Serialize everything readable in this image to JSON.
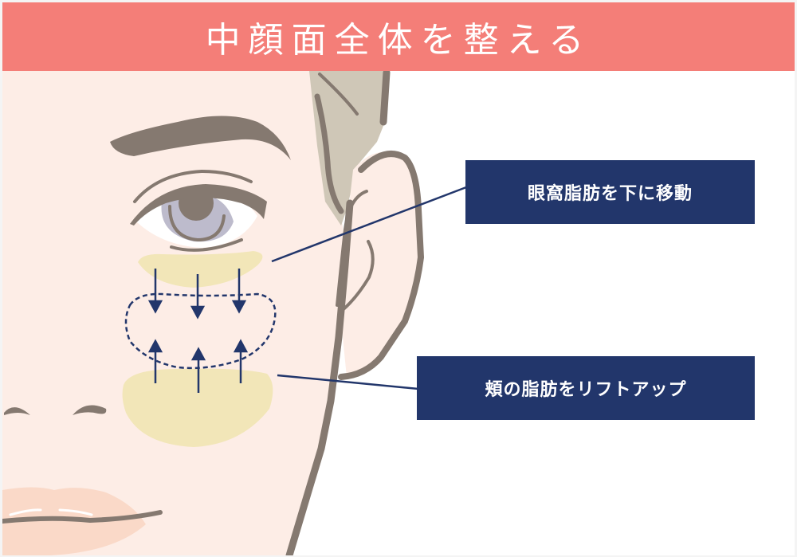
{
  "title": "中顔面全体を整える",
  "labels": [
    {
      "id": "orbital-fat",
      "text": "眼窩脂肪を下に移動"
    },
    {
      "id": "cheek-fat",
      "text": "頬の脂肪をリフトアップ"
    }
  ],
  "colors": {
    "title_bar": "#f47e78",
    "label_box": "#22366b",
    "skin": "#fdede6",
    "outline": "#857970",
    "hair": "#cfc7b7",
    "fat_pad": "#f2e6b8",
    "lips": "#fad9c8",
    "iris": "#bdbbcc",
    "arrow": "#22366b"
  },
  "icons": {
    "down_arrows": 3,
    "up_arrows": 3
  }
}
